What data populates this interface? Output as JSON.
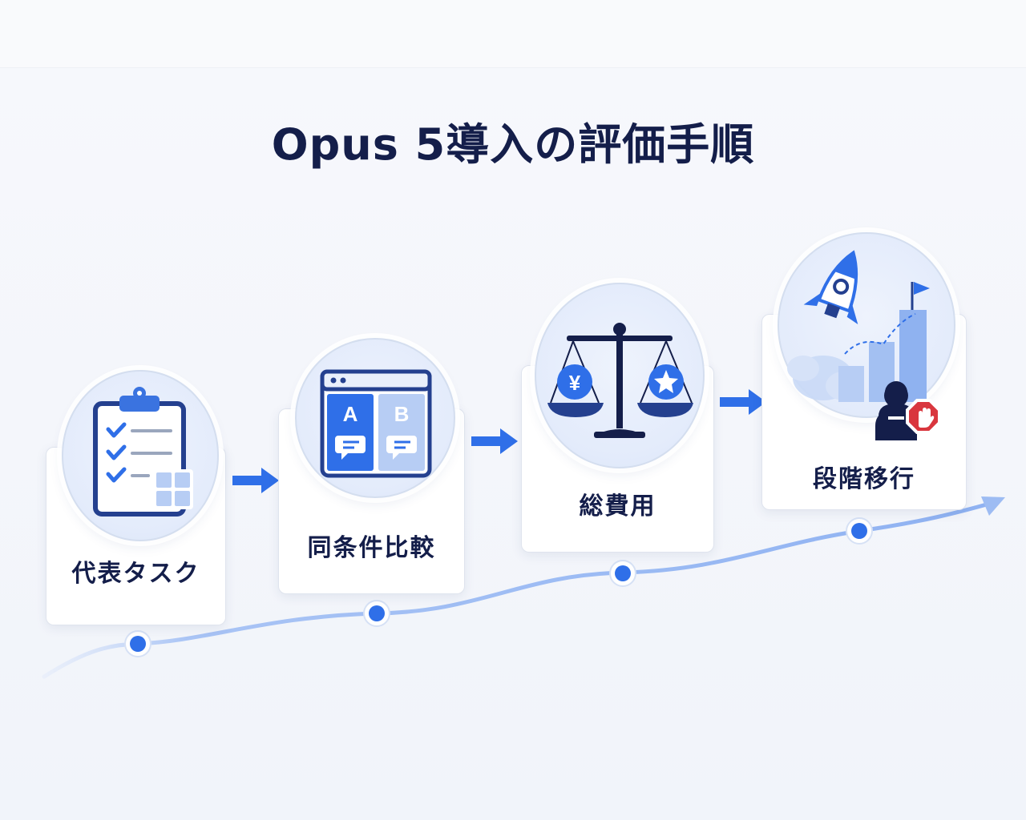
{
  "title": "Opus 5導入の評価手順",
  "steps": [
    {
      "label": "代表タスク",
      "icon": "clipboard-checklist-icon"
    },
    {
      "label": "同条件比較",
      "icon": "ab-comparison-window-icon"
    },
    {
      "label": "総費用",
      "icon": "balance-scale-yen-icon"
    },
    {
      "label": "段階移行",
      "icon": "rocket-growth-stop-icon"
    }
  ],
  "icon_text": {
    "ab_a": "A",
    "ab_b": "B",
    "yen": "¥"
  },
  "colors": {
    "accent": "#2f6fe8",
    "navy": "#141e4a",
    "light_blue": "#a9c4f5",
    "stop_red": "#d9363e"
  }
}
